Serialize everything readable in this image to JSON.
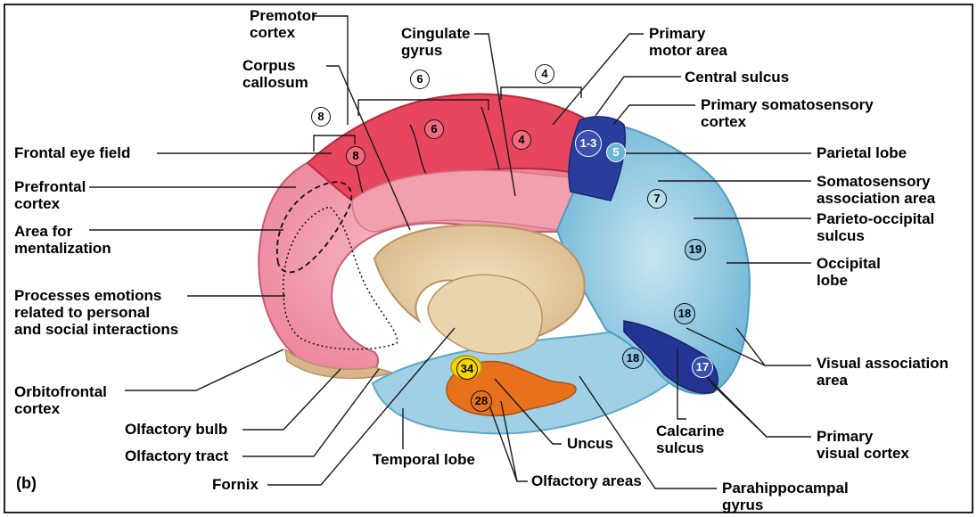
{
  "panel_label": "(b)",
  "labels": {
    "premotor": [
      "Premotor",
      "cortex"
    ],
    "cingulate": [
      "Cingulate",
      "gyrus"
    ],
    "primary_motor": [
      "Primary",
      "motor area"
    ],
    "central_sulcus": "Central sulcus",
    "corpus_callosum": [
      "Corpus",
      "callosum"
    ],
    "primary_somatosensory": [
      "Primary somatosensory",
      "cortex"
    ],
    "frontal_eye_field": "Frontal eye field",
    "parietal_lobe": "Parietal lobe",
    "prefrontal": [
      "Prefrontal",
      "cortex"
    ],
    "somatosensory_assoc": [
      "Somatosensory",
      "association area"
    ],
    "mentalization": [
      "Area for",
      "mentalization"
    ],
    "parieto_occipital": [
      "Parieto-occipital",
      "sulcus"
    ],
    "occipital": [
      "Occipital",
      "lobe"
    ],
    "emotions": [
      "Processes emotions",
      "related to personal",
      "and social interactions"
    ],
    "visual_assoc": [
      "Visual association",
      "area"
    ],
    "orbitofrontal": [
      "Orbitofrontal",
      "cortex"
    ],
    "olfactory_bulb": "Olfactory bulb",
    "olfactory_tract": "Olfactory tract",
    "temporal_lobe": "Temporal lobe",
    "uncus": "Uncus",
    "calcarine": [
      "Calcarine",
      "sulcus"
    ],
    "primary_visual": [
      "Primary",
      "visual cortex"
    ],
    "fornix": "Fornix",
    "olfactory_areas": "Olfactory areas",
    "parahippocampal": [
      "Parahippocampal",
      "gyrus"
    ]
  },
  "areas": {
    "a8_top": "8",
    "a6_top": "6",
    "a4_top": "4",
    "a6": "6",
    "a4": "4",
    "a8": "8",
    "a1_3": "1-3",
    "a5": "5",
    "a7": "7",
    "a19": "19",
    "a18_upper": "18",
    "a18_lower": "18",
    "a17": "17",
    "a34": "34",
    "a28": "28"
  },
  "colors": {
    "motor_red": "#e8465f",
    "limbic_pink": "#f2a0ad",
    "frontal_pink": "#f19bb0",
    "parietal_light": "#b8dde9",
    "parietal_blue": "#6cb7d9",
    "deep_blue": "#1f2f8a",
    "callosum_tan": "#e7cfa6",
    "temporal_blue": "#9fd0e6",
    "olfactory_orange": "#e8721c",
    "yellow": "#f5d400"
  }
}
